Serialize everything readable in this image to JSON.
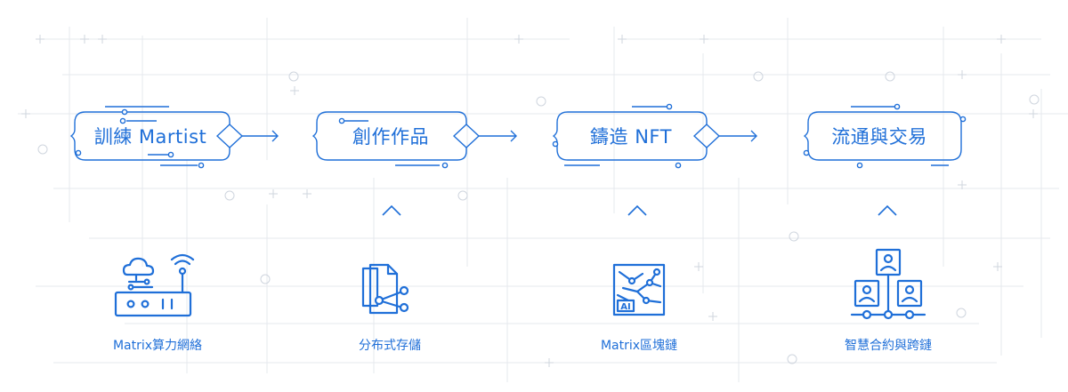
{
  "colors": {
    "accent": "#1f6fd8",
    "grid": "#e4e8ee",
    "grid_mark": "#cfd5de"
  },
  "stages": [
    {
      "label": "訓練 Martist"
    },
    {
      "label": "創作作品"
    },
    {
      "label": "鑄造 NFT"
    },
    {
      "label": "流通與交易"
    }
  ],
  "features": [
    {
      "label": "Matrix算力網絡",
      "icon": "cloud-router-icon"
    },
    {
      "label": "分布式存儲",
      "icon": "distributed-files-icon"
    },
    {
      "label": "Matrix區塊鏈",
      "icon": "ai-circuit-chip-icon"
    },
    {
      "label": "智慧合約與跨鏈",
      "icon": "contract-network-icon"
    }
  ]
}
